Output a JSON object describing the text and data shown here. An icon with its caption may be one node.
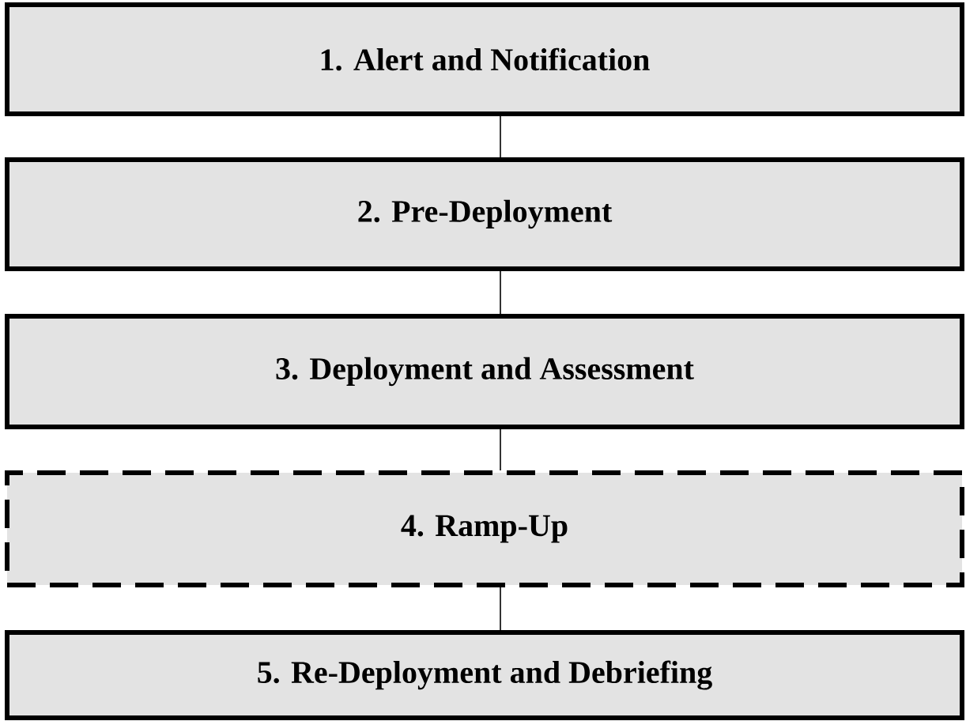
{
  "diagram": {
    "nodes": [
      {
        "text": [
          "1. Alert and Notification"
        ]
      },
      {
        "text": [
          "2. Pre-Deployment"
        ]
      },
      {
        "text": [
          "3. Deployment and Assessment"
        ]
      },
      {
        "text": [
          "4. Ramp-Up"
        ]
      },
      {
        "text": [
          "5. Re-Deployment and Debriefing"
        ]
      }
    ],
    "edges": [
      {
        "from": 0,
        "to": 1,
        "arrow": "none"
      },
      {
        "from": 1,
        "to": 2,
        "arrow": "none"
      },
      {
        "from": 2,
        "to": 3,
        "arrow": "none"
      },
      {
        "from": 3,
        "to": 4,
        "arrow": "none"
      }
    ]
  }
}
